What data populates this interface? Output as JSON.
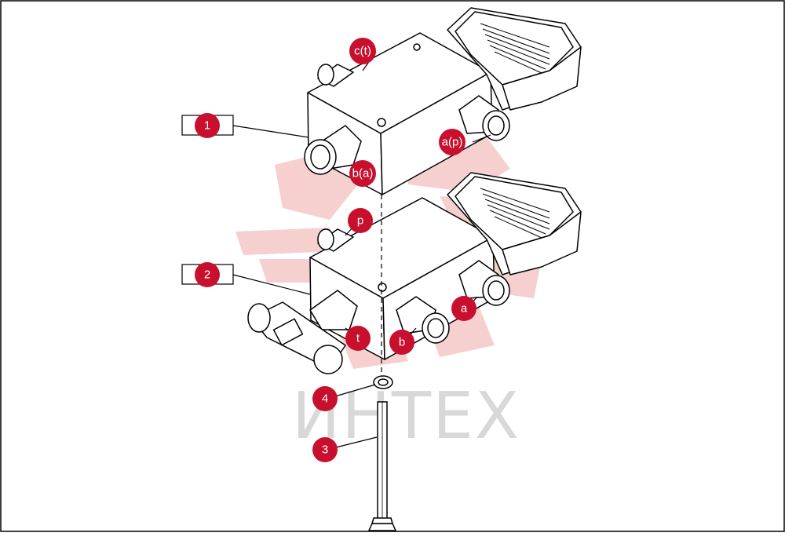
{
  "watermark": {
    "text": "ИНТЕХ"
  },
  "callouts": [
    {
      "id": "1",
      "text": "1"
    },
    {
      "id": "2",
      "text": "2"
    },
    {
      "id": "3",
      "text": "3"
    },
    {
      "id": "4",
      "text": "4"
    }
  ],
  "port_labels": {
    "c_t": "c(t)",
    "b_a": "b(a)",
    "a_p": "a(p)",
    "p": "p",
    "a": "a",
    "t": "t",
    "b": "b"
  },
  "colors": {
    "callout": "#c8102e",
    "line": "#000000",
    "watermark": "#f2c4c4"
  }
}
